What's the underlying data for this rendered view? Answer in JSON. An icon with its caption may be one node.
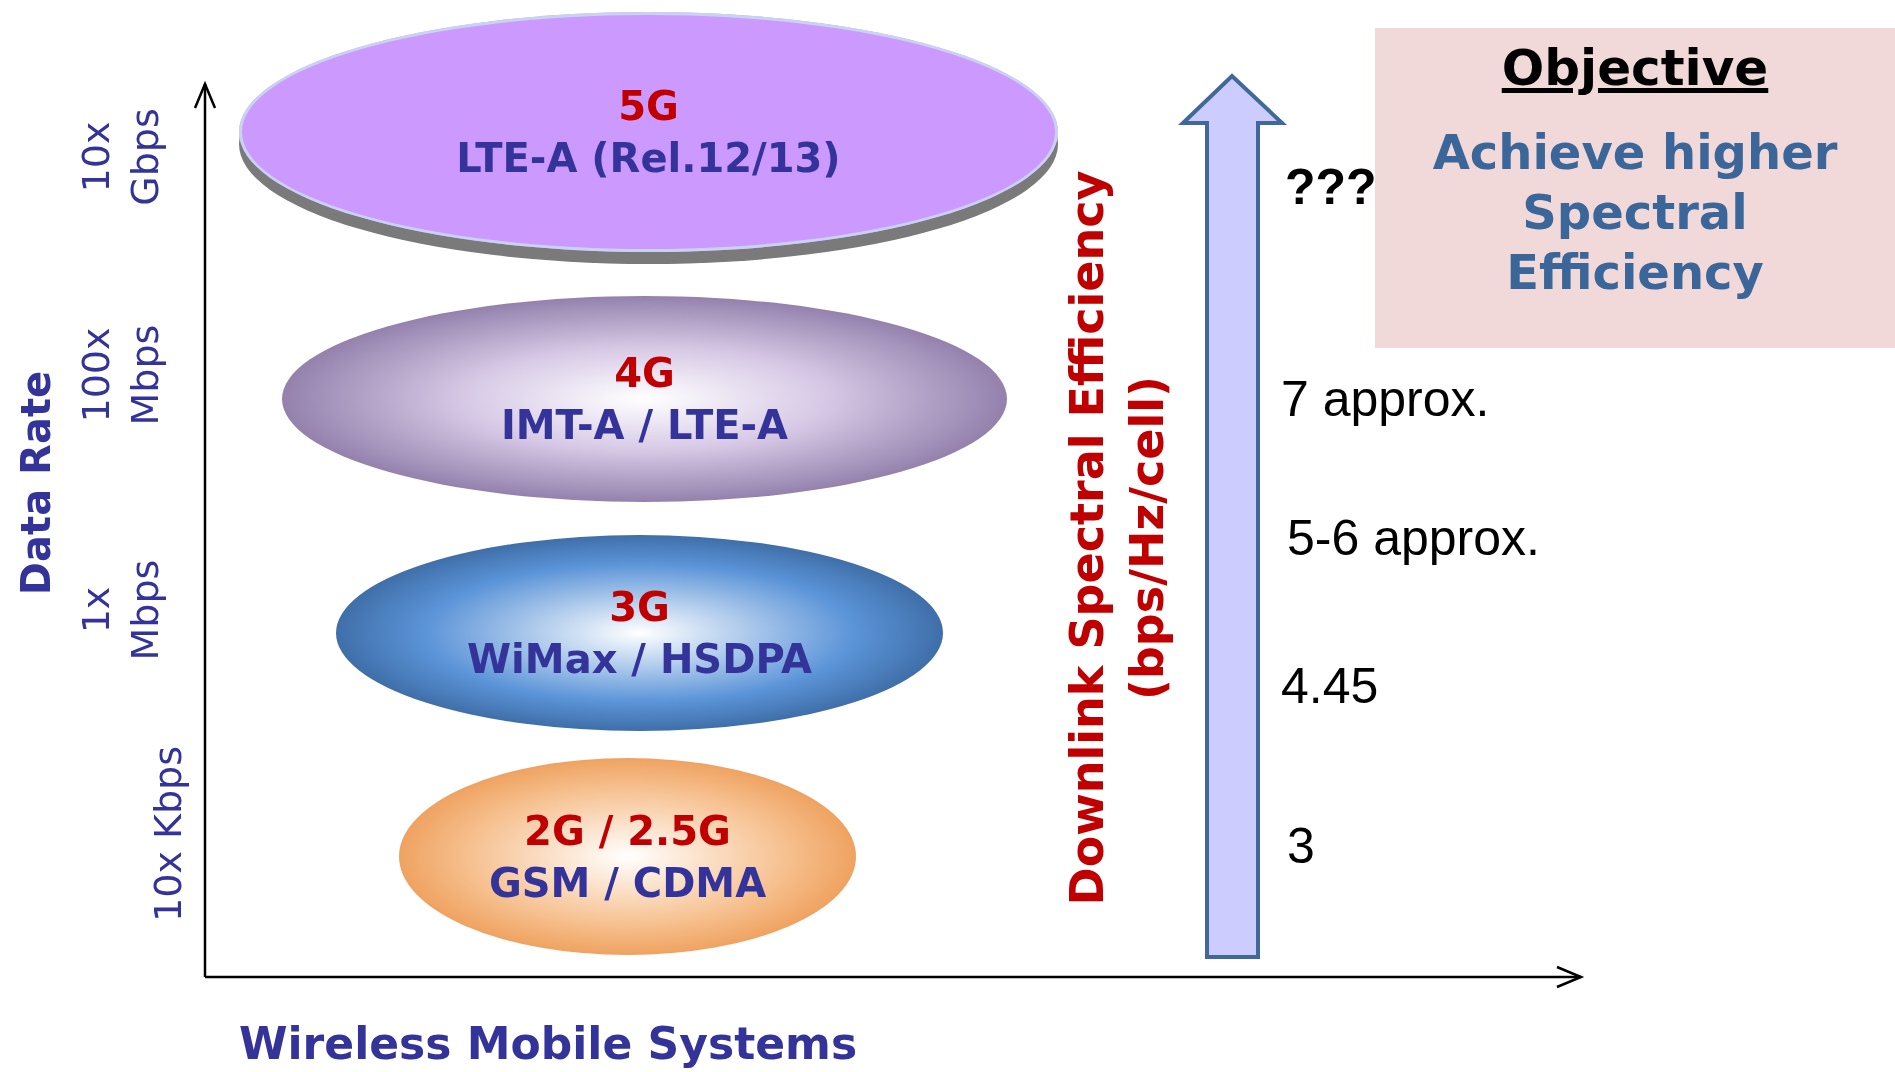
{
  "diagram": {
    "nodes": [
      {
        "text": [
          "5G",
          "LTE-A (Rel.12/13)"
        ]
      },
      {
        "text": [
          "Objective",
          "Achieve higher Spectral Efficiency"
        ]
      },
      {
        "text": [
          "4G",
          "IMT-A / LTE-A"
        ]
      },
      {
        "text": [
          "3G",
          "WiMax / HSDPA"
        ]
      },
      {
        "text": [
          "2G / 2.5G",
          "GSM / CDMA"
        ]
      }
    ],
    "labels": [
      "Data Rate",
      "10x Gbps",
      "100x Mbps",
      "1x Mbps",
      "10x Kbps",
      "Downlink Spectral Efficiency (bps/Hz/cell)",
      "???",
      "7 approx.",
      "5-6 approx.",
      "4.45",
      "3",
      "Wireless Mobile Systems"
    ]
  }
}
